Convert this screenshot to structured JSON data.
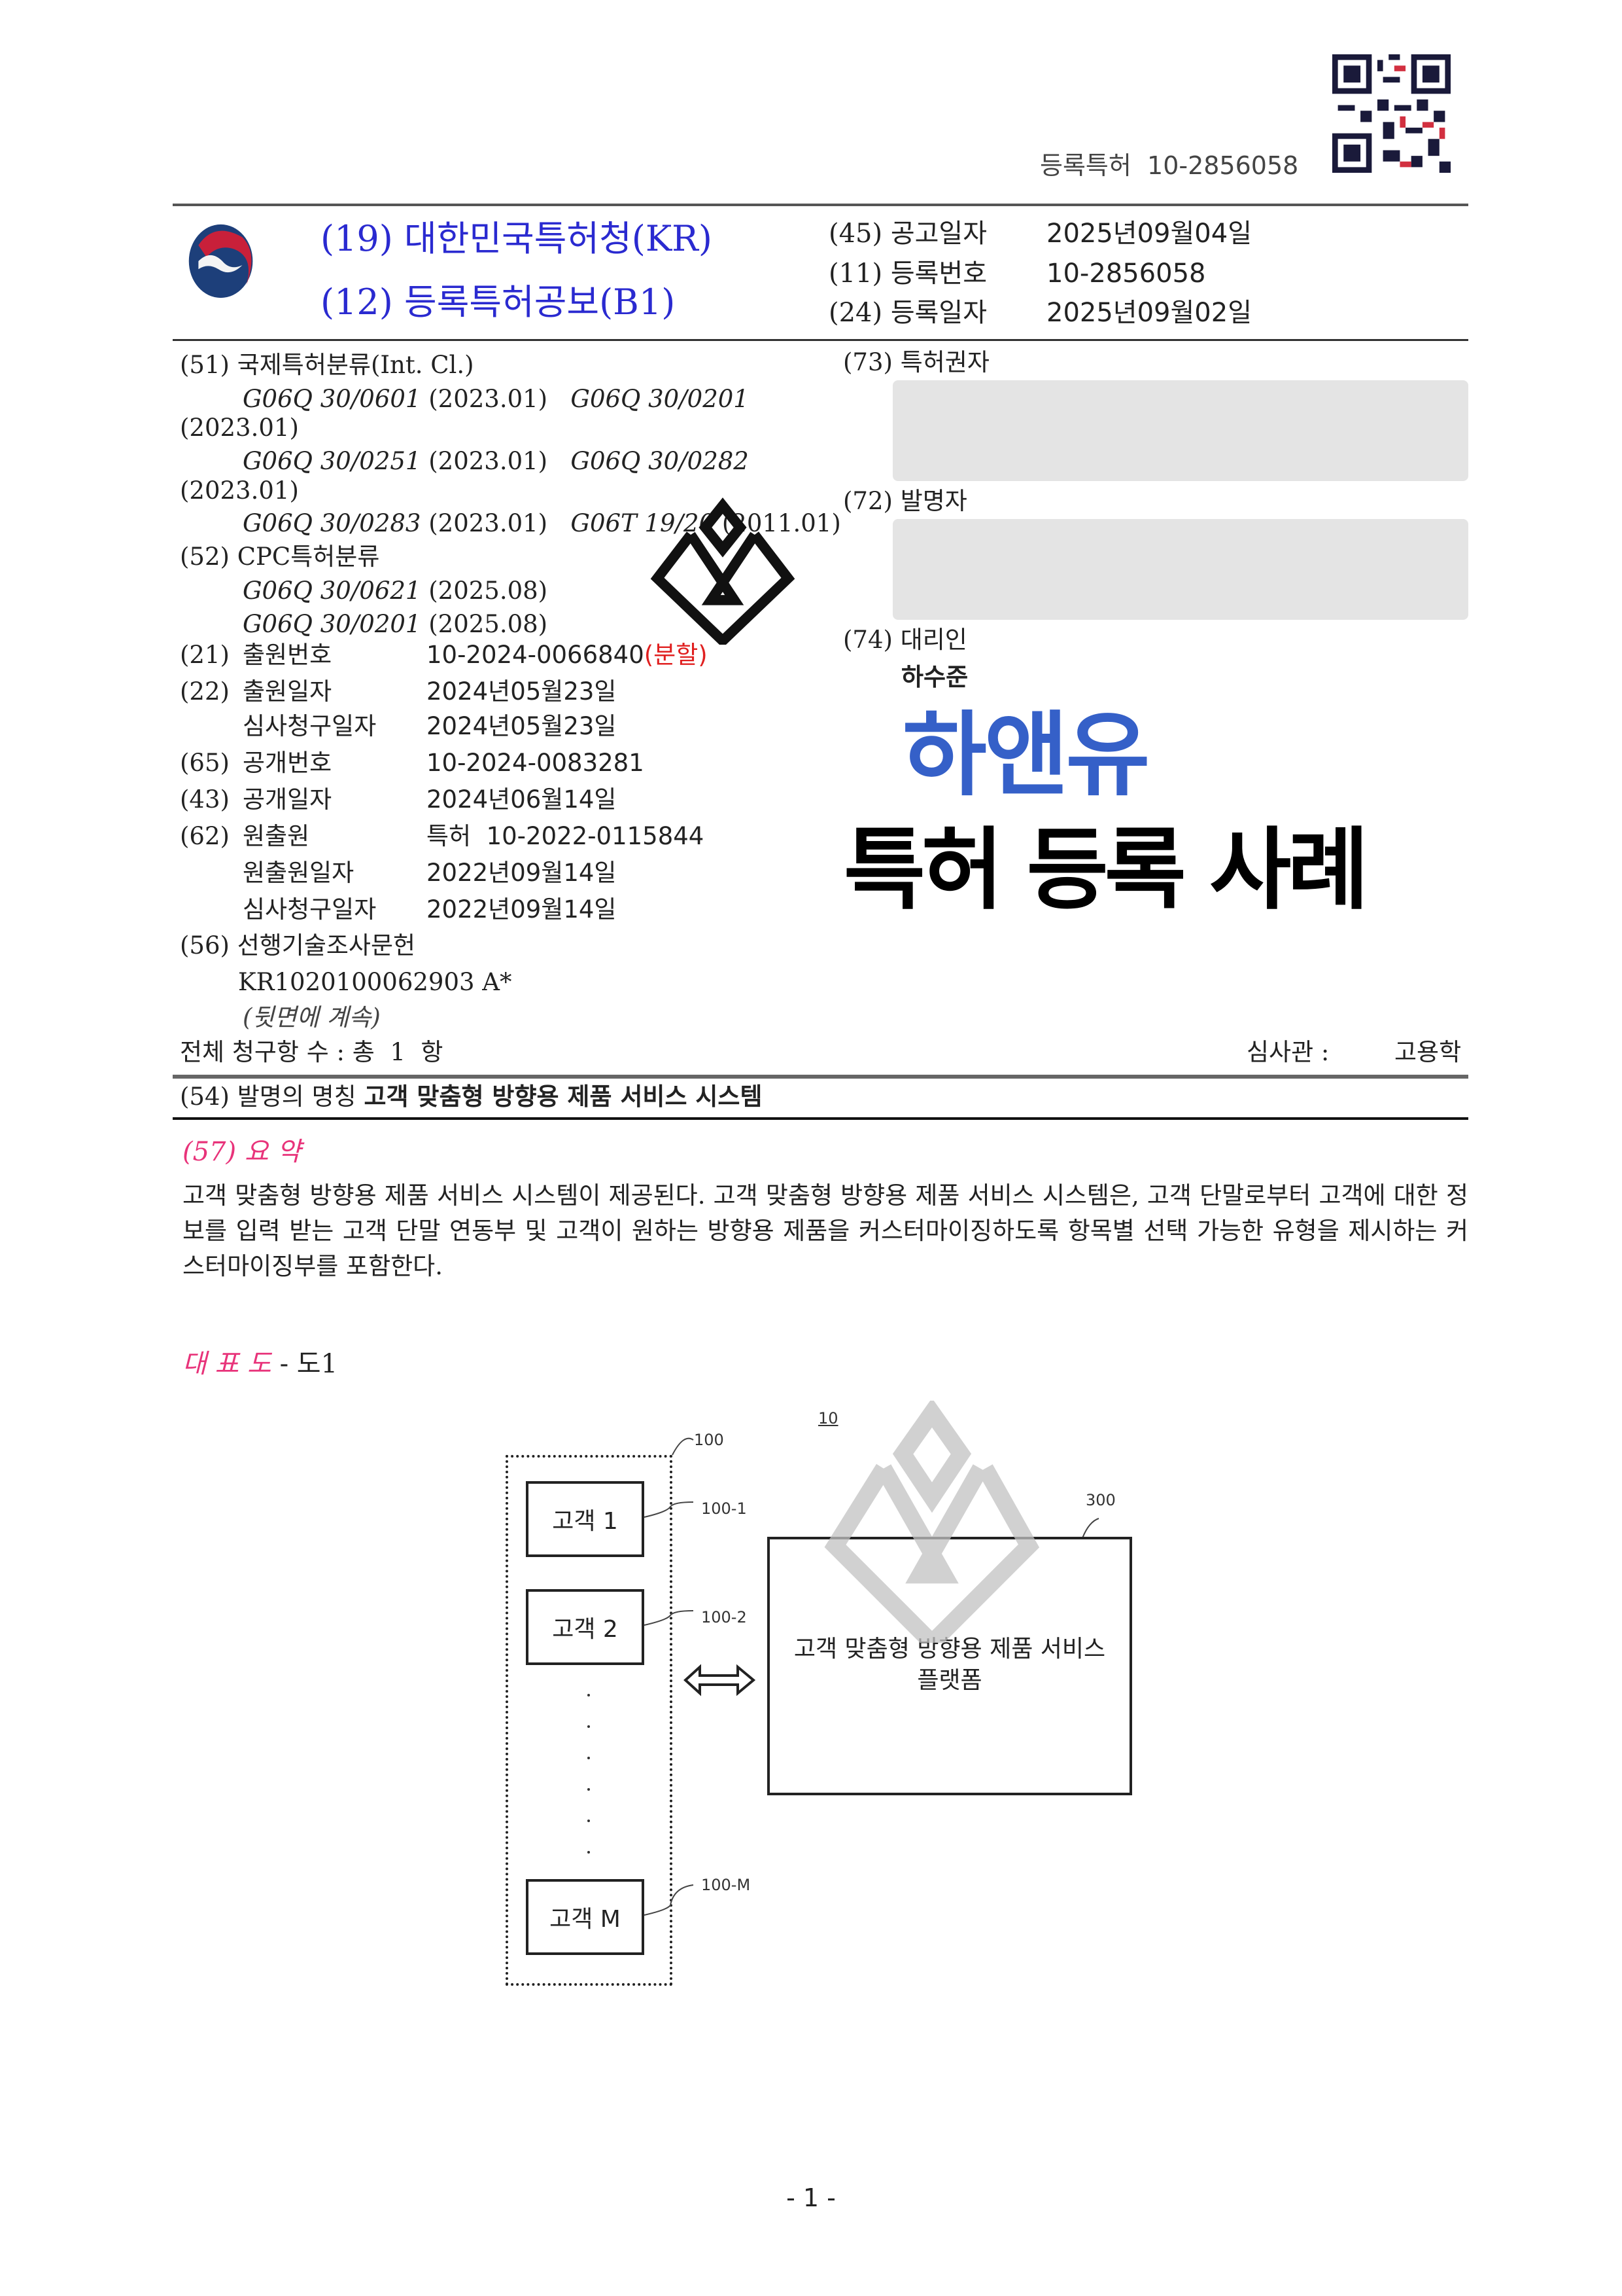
{
  "header": {
    "doc_number_label": "등록특허",
    "doc_number": "10-2856058",
    "office": "(19) 대한민국특허청(KR)",
    "pub_type": "(12) 등록특허공보(B1)",
    "right": [
      {
        "code": "(45)",
        "label": "공고일자",
        "value": "2025년09월04일"
      },
      {
        "code": "(11)",
        "label": "등록번호",
        "value": "10-2856058"
      },
      {
        "code": "(24)",
        "label": "등록일자",
        "value": "2025년09월02일"
      }
    ]
  },
  "biblio": {
    "ipc_title": "(51) 국제특허분류(Int. Cl.)",
    "ipc": [
      {
        "code": "G06Q 30/0601",
        "ver": "(2023.01)"
      },
      {
        "code": "G06Q 30/0201",
        "ver": "(2023.01)"
      },
      {
        "code": "G06Q 30/0251",
        "ver": "(2023.01)"
      },
      {
        "code": "G06Q 30/0282",
        "ver": "(2023.01)"
      },
      {
        "code": "G06Q 30/0283",
        "ver": "(2023.01)"
      },
      {
        "code": "G06T 19/20",
        "ver": "(2011.01)"
      }
    ],
    "cpc_title": "(52) CPC특허분류",
    "cpc": [
      {
        "code": "G06Q 30/0621",
        "ver": "(2025.08)"
      },
      {
        "code": "G06Q 30/0201",
        "ver": "(2025.08)"
      }
    ],
    "fields": [
      {
        "code": "(21)",
        "label": "출원번호",
        "value": "10-2024-0066840",
        "note": "(분할)"
      },
      {
        "code": "(22)",
        "label": "출원일자",
        "value": "2024년05월23일"
      },
      {
        "code": "",
        "label": "심사청구일자",
        "value": "2024년05월23일"
      },
      {
        "code": "(65)",
        "label": "공개번호",
        "value": "10-2024-0083281"
      },
      {
        "code": "(43)",
        "label": "공개일자",
        "value": "2024년06월14일"
      },
      {
        "code": "(62)",
        "label": "원출원",
        "value": "특허  10-2022-0115844"
      },
      {
        "code": "",
        "label": "원출원일자",
        "value": "2022년09월14일"
      },
      {
        "code": "",
        "label": "심사청구일자",
        "value": "2022년09월14일"
      }
    ],
    "prior_art_title": "(56) 선행기술조사문헌",
    "prior_art": "KR1020100062903 A*",
    "continued": "(뒷면에 계속)",
    "claims": "전체 청구항 수 : 총  1  항",
    "examiner_label": "심사관 :",
    "examiner": "고용학",
    "owner_label": "(73) 특허권자",
    "inventor_label": "(72) 발명자",
    "agent_label": "(74) 대리인",
    "agent": "하수준"
  },
  "title": {
    "label": "(54) 발명의 명칭",
    "value": "고객 맞춤형 방향용 제품 서비스 시스템"
  },
  "abstract": {
    "label": "(57) 요 약",
    "text": "고객 맞춤형 방향용 제품 서비스 시스템이 제공된다. 고객 맞춤형 방향용 제품 서비스 시스템은, 고객 단말로부터 고객에 대한 정보를 입력 받는 고객 단말 연동부 및 고객이 원하는 방향용 제품을 커스터마이징하도록 항목별 선택 가능한 유형을 제시하는 커스터마이징부를 포함한다."
  },
  "rep_figure": {
    "label": "대 표 도",
    "value": "- 도1"
  },
  "diagram": {
    "system": "10",
    "group": "100",
    "clients": [
      {
        "name": "고객 1",
        "ref": "100-1"
      },
      {
        "name": "고객 2",
        "ref": "100-2"
      },
      {
        "name": "고객 M",
        "ref": "100-M"
      }
    ],
    "platform_ref": "300",
    "platform_line1": "고객 맞춤형 방향용 제품 서비스",
    "platform_line2": "플랫폼"
  },
  "watermark": {
    "brand": "하앤유",
    "caption": "특허 등록 사례"
  },
  "page_number": "- 1 -",
  "colors": {
    "office_blue": "#2a2ad0",
    "pink": "#e8337a",
    "brand_blue": "#3560c8",
    "red_note": "#e02020"
  }
}
